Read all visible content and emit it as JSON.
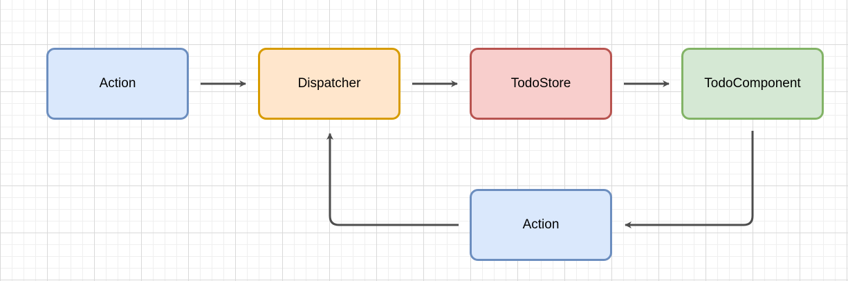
{
  "nodes": {
    "action_top": {
      "label": "Action",
      "fill": "#dae8fc",
      "stroke": "#6c8ebf"
    },
    "dispatcher": {
      "label": "Dispatcher",
      "fill": "#ffe6cc",
      "stroke": "#d79b00"
    },
    "todo_store": {
      "label": "TodoStore",
      "fill": "#f8cecc",
      "stroke": "#b85450"
    },
    "todo_component": {
      "label": "TodoComponent",
      "fill": "#d5e8d4",
      "stroke": "#82b366"
    },
    "action_bottom": {
      "label": "Action",
      "fill": "#dae8fc",
      "stroke": "#6c8ebf"
    }
  },
  "edges": [
    {
      "from": "action_top",
      "to": "dispatcher"
    },
    {
      "from": "dispatcher",
      "to": "todo_store"
    },
    {
      "from": "todo_store",
      "to": "todo_component"
    },
    {
      "from": "todo_component",
      "to": "action_bottom"
    },
    {
      "from": "action_bottom",
      "to": "dispatcher"
    }
  ],
  "colors": {
    "edge": "#4d4d4d"
  }
}
